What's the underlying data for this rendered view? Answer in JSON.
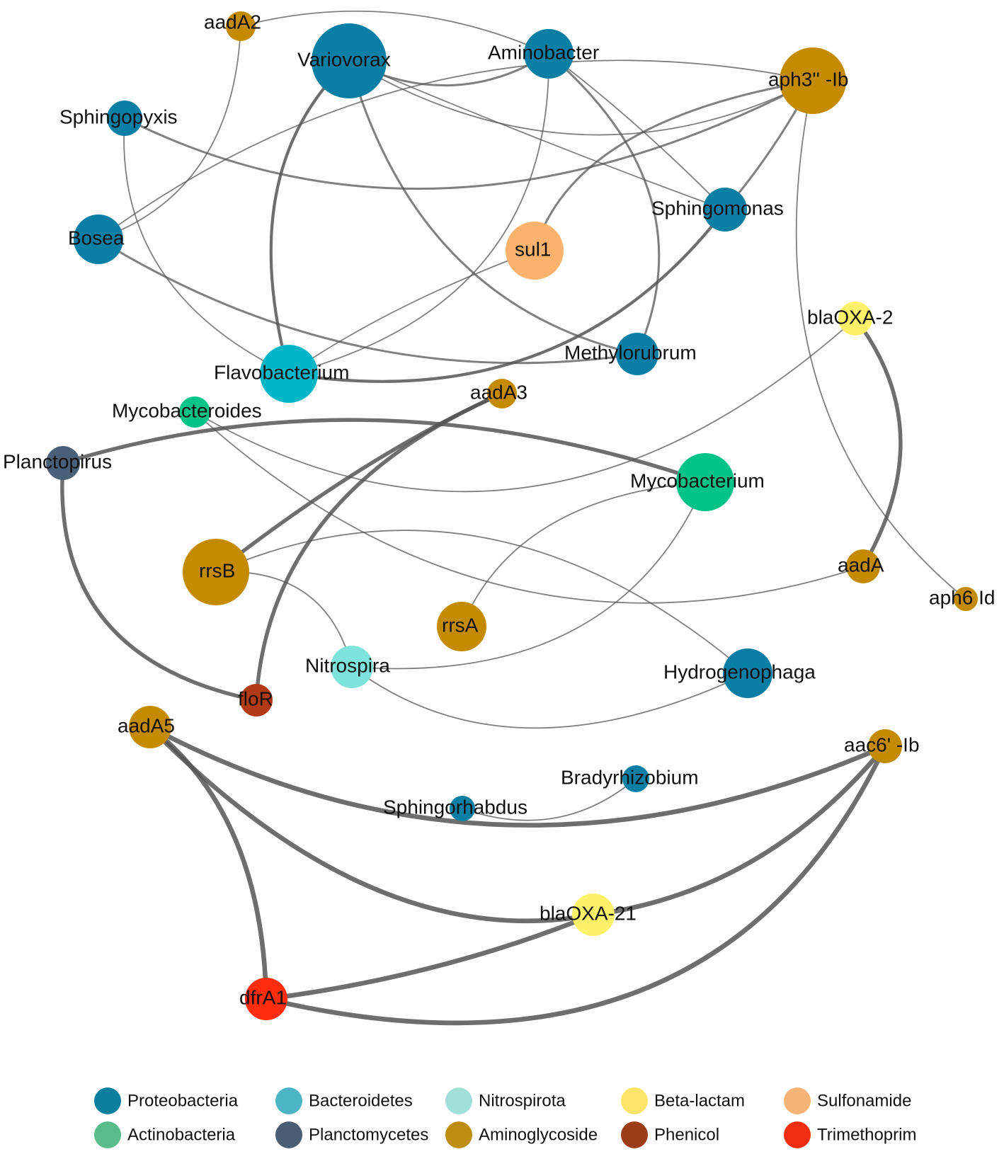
{
  "colors": {
    "proteobacteria": "#0a7fa0",
    "bacteroidetes": "#4bb5c6",
    "nitrospirota": "#9fe0d8",
    "beta_lactam": "#fce36a",
    "sulfonamide": "#f7b477",
    "actinobacteria": "#58bd8a",
    "planctomycetes": "#4b5d73",
    "aminoglycoside": "#bf8d14",
    "phenicol": "#9c3c18",
    "trimethoprim": "#f22d10",
    "node_bacteroidetes": "#00b7c9",
    "node_actinobacteria": "#00c386",
    "node_nitrospirota": "#7ee3da",
    "node_aminoglycoside": "#c58b00",
    "node_phenicol": "#b33a17",
    "node_trimethoprim": "#ff2d0d",
    "node_beta_lactam": "#fff06a",
    "node_sulfonamide": "#fab26d",
    "node_planctomycetes": "#4a5f78",
    "node_proteobacteria": "#0a7fa6",
    "edge": "#555555"
  },
  "nodes": [
    {
      "id": "aadA2",
      "label": "aadA2",
      "group": "aminoglycoside"
    },
    {
      "id": "Variovorax",
      "label": "Variovorax",
      "group": "proteobacteria"
    },
    {
      "id": "Aminobacter",
      "label": "Aminobacter",
      "group": "proteobacteria"
    },
    {
      "id": "aph3",
      "label": "aph3'' -Ib",
      "group": "aminoglycoside"
    },
    {
      "id": "Sphingopyxis",
      "label": "Sphingopyxis",
      "group": "proteobacteria"
    },
    {
      "id": "Sphingomonas",
      "label": "Sphingomonas",
      "group": "proteobacteria"
    },
    {
      "id": "Bosea",
      "label": "Bosea",
      "group": "proteobacteria"
    },
    {
      "id": "sul1",
      "label": "sul1",
      "group": "sulfonamide"
    },
    {
      "id": "blaOXA2",
      "label": "blaOXA-2",
      "group": "beta_lactam"
    },
    {
      "id": "Methylorubrum",
      "label": "Methylorubrum",
      "group": "proteobacteria"
    },
    {
      "id": "Flavobacterium",
      "label": "Flavobacterium",
      "group": "bacteroidetes"
    },
    {
      "id": "aadA3",
      "label": "aadA3",
      "group": "aminoglycoside"
    },
    {
      "id": "Mycobacteroides",
      "label": "Mycobacteroides",
      "group": "actinobacteria"
    },
    {
      "id": "Planctopirus",
      "label": "Planctopirus",
      "group": "planctomycetes"
    },
    {
      "id": "Mycobacterium",
      "label": "Mycobacterium",
      "group": "actinobacteria"
    },
    {
      "id": "rrsB",
      "label": "rrsB",
      "group": "aminoglycoside"
    },
    {
      "id": "aadA",
      "label": "aadA",
      "group": "aminoglycoside"
    },
    {
      "id": "aph6",
      "label": "aph6 Id",
      "group": "aminoglycoside"
    },
    {
      "id": "rrsA",
      "label": "rrsA",
      "group": "aminoglycoside"
    },
    {
      "id": "Nitrospira",
      "label": "Nitrospira",
      "group": "nitrospirota"
    },
    {
      "id": "Hydrogenophaga",
      "label": "Hydrogenophaga",
      "group": "proteobacteria"
    },
    {
      "id": "floR",
      "label": "floR",
      "group": "phenicol"
    },
    {
      "id": "aadA5",
      "label": "aadA5",
      "group": "aminoglycoside"
    },
    {
      "id": "aac6",
      "label": "aac6' -Ib",
      "group": "aminoglycoside"
    },
    {
      "id": "Bradyrhizobium",
      "label": "Bradyrhizobium",
      "group": "proteobacteria"
    },
    {
      "id": "Sphingorhabdus",
      "label": "Sphingorhabdus",
      "group": "proteobacteria"
    },
    {
      "id": "blaOXA21",
      "label": "blaOXA-21",
      "group": "beta_lactam"
    },
    {
      "id": "dfrA1",
      "label": "dfrA1",
      "group": "trimethoprim"
    }
  ],
  "edges": [
    {
      "source": "aadA2",
      "target": "Aminobacter",
      "weight": 1
    },
    {
      "source": "aadA2",
      "target": "Bosea",
      "weight": 1
    },
    {
      "source": "Variovorax",
      "target": "Aminobacter",
      "weight": 2
    },
    {
      "source": "Variovorax",
      "target": "Flavobacterium",
      "weight": 3
    },
    {
      "source": "Variovorax",
      "target": "Methylorubrum",
      "weight": 2
    },
    {
      "source": "Variovorax",
      "target": "Sphingomonas",
      "weight": 1
    },
    {
      "source": "Variovorax",
      "target": "aph3",
      "weight": 1
    },
    {
      "source": "Aminobacter",
      "target": "Sphingomonas",
      "weight": 1
    },
    {
      "source": "Aminobacter",
      "target": "Methylorubrum",
      "weight": 2
    },
    {
      "source": "Aminobacter",
      "target": "Flavobacterium",
      "weight": 1
    },
    {
      "source": "Sphingopyxis",
      "target": "Flavobacterium",
      "weight": 1
    },
    {
      "source": "Sphingopyxis",
      "target": "aph3",
      "weight": 2
    },
    {
      "source": "Bosea",
      "target": "aph3",
      "weight": 1
    },
    {
      "source": "Bosea",
      "target": "Methylorubrum",
      "weight": 2
    },
    {
      "source": "sul1",
      "target": "aph3",
      "weight": 2
    },
    {
      "source": "sul1",
      "target": "Flavobacterium",
      "weight": 1
    },
    {
      "source": "aph3",
      "target": "Sphingomonas",
      "weight": 2
    },
    {
      "source": "aph3",
      "target": "aph6",
      "weight": 1
    },
    {
      "source": "Sphingomonas",
      "target": "Flavobacterium",
      "weight": 3
    },
    {
      "source": "blaOXA2",
      "target": "aadA",
      "weight": 4
    },
    {
      "source": "blaOXA2",
      "target": "Mycobacteroides",
      "weight": 1
    },
    {
      "source": "Planctopirus",
      "target": "Mycobacterium",
      "weight": 4
    },
    {
      "source": "Planctopirus",
      "target": "floR",
      "weight": 4
    },
    {
      "source": "aadA3",
      "target": "rrsB",
      "weight": 4
    },
    {
      "source": "aadA3",
      "target": "floR",
      "weight": 4
    },
    {
      "source": "Mycobacteroides",
      "target": "aadA",
      "weight": 1
    },
    {
      "source": "Mycobacterium",
      "target": "rrsA",
      "weight": 1
    },
    {
      "source": "Mycobacterium",
      "target": "Nitrospira",
      "weight": 1
    },
    {
      "source": "rrsB",
      "target": "Nitrospira",
      "weight": 1
    },
    {
      "source": "rrsB",
      "target": "Hydrogenophaga",
      "weight": 1
    },
    {
      "source": "Nitrospira",
      "target": "Hydrogenophaga",
      "weight": 1
    },
    {
      "source": "Sphingorhabdus",
      "target": "Bradyrhizobium",
      "weight": 1
    },
    {
      "source": "aadA5",
      "target": "aac6",
      "weight": 5
    },
    {
      "source": "aadA5",
      "target": "blaOXA21",
      "weight": 5
    },
    {
      "source": "aadA5",
      "target": "dfrA1",
      "weight": 5
    },
    {
      "source": "aac6",
      "target": "blaOXA21",
      "weight": 5
    },
    {
      "source": "aac6",
      "target": "dfrA1",
      "weight": 5
    },
    {
      "source": "blaOXA21",
      "target": "dfrA1",
      "weight": 5
    }
  ],
  "legend": [
    {
      "key": "proteobacteria",
      "label": "Proteobacteria"
    },
    {
      "key": "bacteroidetes",
      "label": "Bacteroidetes"
    },
    {
      "key": "nitrospirota",
      "label": "Nitrospirota"
    },
    {
      "key": "beta_lactam",
      "label": "Beta-lactam"
    },
    {
      "key": "sulfonamide",
      "label": "Sulfonamide"
    },
    {
      "key": "actinobacteria",
      "label": "Actinobacteria"
    },
    {
      "key": "planctomycetes",
      "label": "Planctomycetes"
    },
    {
      "key": "aminoglycoside",
      "label": "Aminoglycoside"
    },
    {
      "key": "phenicol",
      "label": "Phenicol"
    },
    {
      "key": "trimethoprim",
      "label": "Trimethoprim"
    }
  ]
}
